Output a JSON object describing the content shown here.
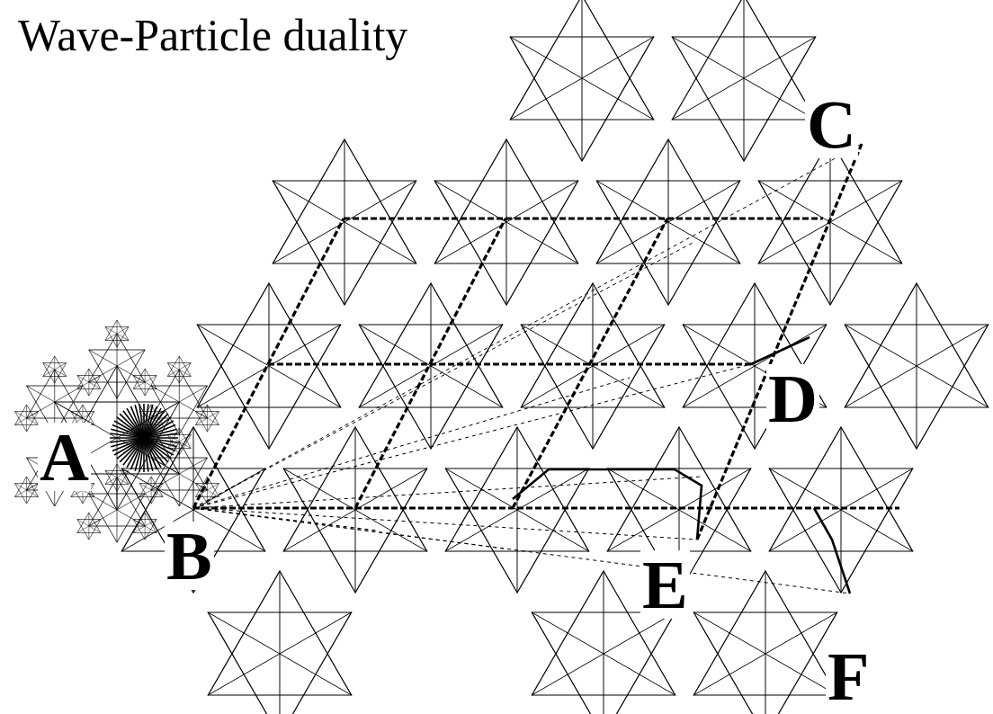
{
  "diagram": {
    "title": "Wave-Particle duality",
    "labels": [
      "A",
      "B",
      "C",
      "D",
      "E",
      "F"
    ]
  }
}
